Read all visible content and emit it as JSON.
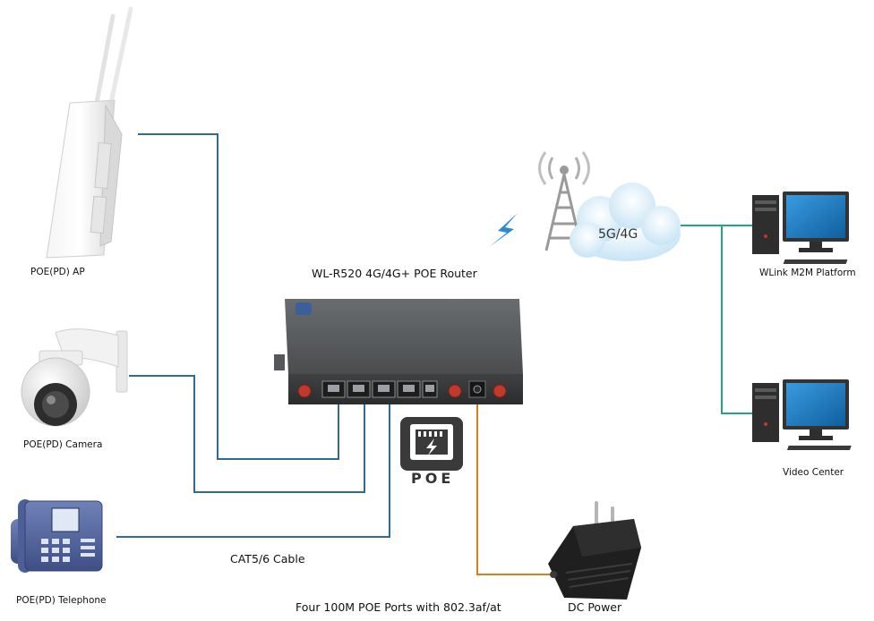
{
  "title": "WL-R520 4G/4G+ POE Router",
  "network": {
    "cloud_label": "5G/4G"
  },
  "devices": {
    "ap": "POE(PD) AP",
    "camera": "POE(PD) Camera",
    "telephone": "POE(PD) Telephone",
    "platform": "WLink M2M Platform",
    "video_center": "Video Center",
    "dc_power": "DC Power"
  },
  "labels": {
    "cable": "CAT5/6 Cable",
    "poe_ports": "Four 100M POE Ports with 802.3af/at",
    "poe_badge": "POE"
  },
  "colors": {
    "lan_line": "#2c6c97",
    "wan_line": "#1fa882",
    "power_line": "#e07b1a",
    "lightning": "#2a8ad4",
    "router_body": "#4a4c4e",
    "antenna_red": "#c0392b",
    "monitor_blue": "#1a78c2"
  }
}
